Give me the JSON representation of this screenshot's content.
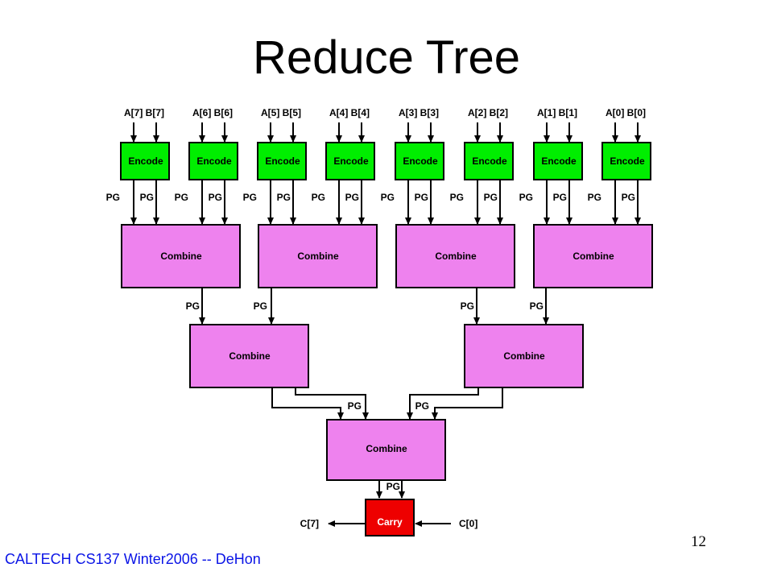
{
  "title": "Reduce Tree",
  "footer": "CALTECH CS137 Winter2006 -- DeHon",
  "page_number": "12",
  "colors": {
    "encode": "#00ee00",
    "combine": "#ee82ee",
    "carry": "#ee0000",
    "footer": "#0a14e6"
  },
  "diagram": {
    "inputs": [
      "A[7] B[7]",
      "A[6] B[6]",
      "A[5] B[5]",
      "A[4] B[4]",
      "A[3] B[3]",
      "A[2] B[2]",
      "A[1] B[1]",
      "A[0] B[0]"
    ],
    "encode_label": "Encode",
    "combine_label": "Combine",
    "pg_label": "PG",
    "carry_label": "Carry",
    "carry_out_label": "C[7]",
    "carry_in_label": "C[0]"
  }
}
